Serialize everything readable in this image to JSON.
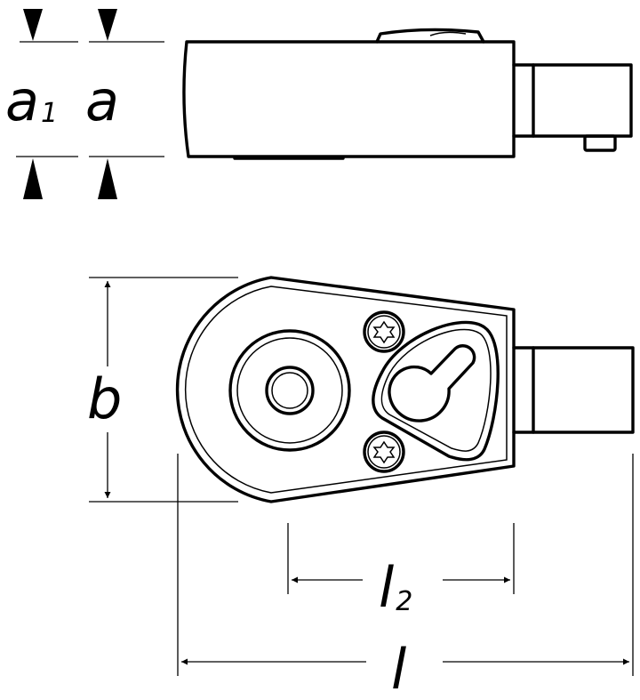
{
  "labels": {
    "a1": {
      "main": "a",
      "sub": "1"
    },
    "a": "a",
    "b": "b",
    "l2": {
      "main": "l",
      "sub": "2"
    },
    "l": "l"
  },
  "icons": {
    "torx_screws": "torx-screw-icon"
  },
  "colors": {
    "line": "#000000",
    "background": "#ffffff"
  }
}
